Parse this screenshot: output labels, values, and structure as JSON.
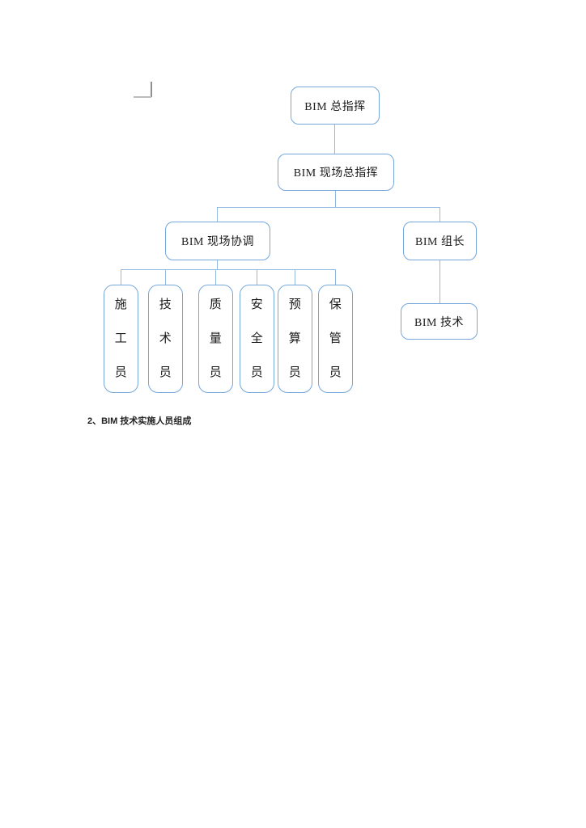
{
  "document": {
    "heading": "2、BIM 技术实施人员组成"
  },
  "diagram": {
    "type": "org-chart",
    "colors": {
      "box_border": "#74a7db",
      "connector": "#94b9e0",
      "text": "#1a1a1a",
      "page_background": "#ffffff"
    },
    "nodes": {
      "root": {
        "label": "BIM 总指挥"
      },
      "site_commander": {
        "label": "BIM 现场总指挥"
      },
      "site_coordination": {
        "label": "BIM 现场协调"
      },
      "team_leader": {
        "label": "BIM 组长"
      },
      "bim_tech": {
        "label": "BIM 技术"
      },
      "staff": [
        {
          "label": "施工员"
        },
        {
          "label": "技术员"
        },
        {
          "label": "质量员"
        },
        {
          "label": "安全员"
        },
        {
          "label": "预算员"
        },
        {
          "label": "保管员"
        }
      ]
    },
    "hierarchy": "root > site_commander > (site_coordination > staff[0..5], team_leader > bim_tech)"
  }
}
